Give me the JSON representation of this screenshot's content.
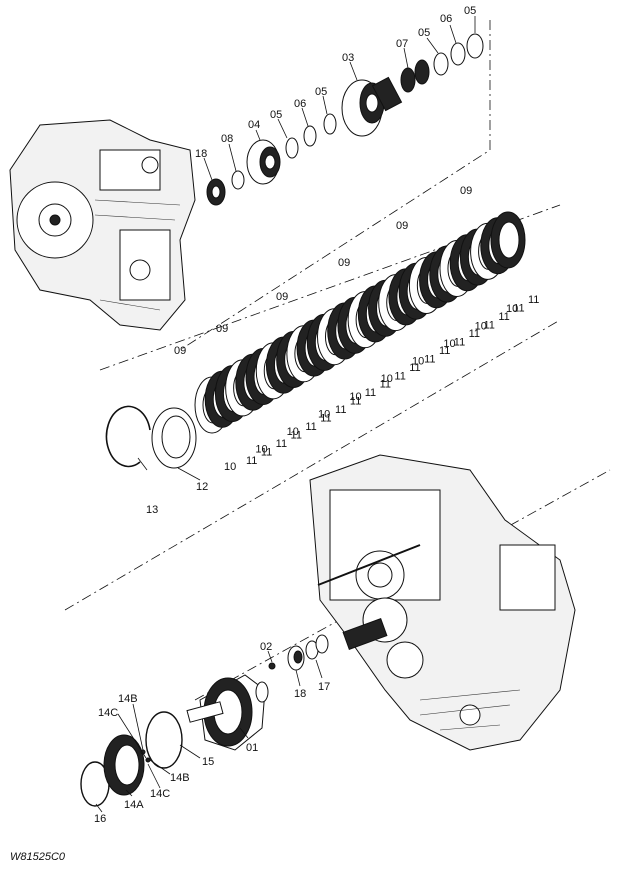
{
  "drawing_code": "W81525C0",
  "callouts": {
    "c05_a": "05",
    "c06_a": "06",
    "c05_b": "05",
    "c07": "07",
    "c03": "03",
    "c05_c": "05",
    "c06_b": "06",
    "c05_d": "05",
    "c04": "04",
    "c08": "08",
    "c18_a": "18",
    "c09_1": "09",
    "c09_2": "09",
    "c09_3": "09",
    "c09_4": "09",
    "c09_5": "09",
    "c09_6": "09",
    "c12": "12",
    "c13": "13",
    "c02": "02",
    "c17": "17",
    "c18_b": "18",
    "c01": "01",
    "c14b_a": "14B",
    "c14c_a": "14C",
    "c15": "15",
    "c14b_b": "14B",
    "c14c_b": "14C",
    "c14a": "14A",
    "c16": "16"
  },
  "pack_labels": {
    "row10": [
      "10",
      "10",
      "10",
      "10",
      "10",
      "10",
      "10",
      "10",
      "10",
      "10"
    ],
    "row11": [
      "11",
      "11",
      "11",
      "11",
      "11",
      "11",
      "11",
      "11",
      "11",
      "11",
      "11",
      "11",
      "11",
      "11",
      "11",
      "11",
      "11",
      "11",
      "11",
      "11"
    ]
  }
}
